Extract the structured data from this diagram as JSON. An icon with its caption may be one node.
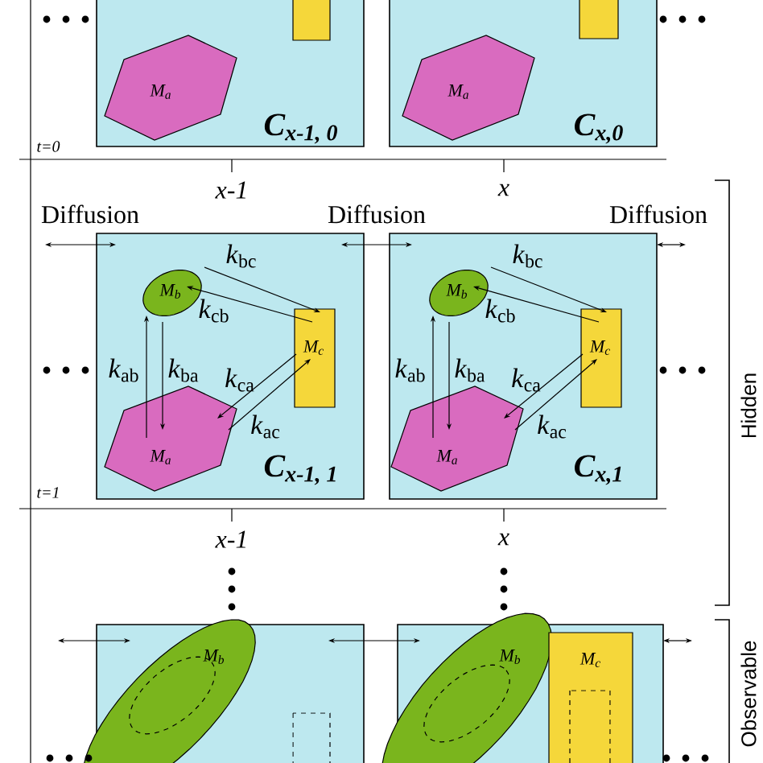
{
  "diagram": {
    "nodes": [
      {
        "text": [
          "C$_{x-1, 0}$"
        ]
      },
      {
        "text": [],
        "shape": "box",
        "in": 0
      },
      {
        "text": [
          "M$_{a}$"
        ],
        "in": 0
      },
      {
        "text": [
          "C$_{x,0}$"
        ]
      },
      {
        "text": [],
        "shape": "box",
        "in": 3
      },
      {
        "text": [
          "M$_{a}$"
        ],
        "in": 3
      },
      {
        "text": [
          "C$_{x-1, 1}$"
        ]
      },
      {
        "text": [
          "M$_{b}$"
        ],
        "in": 6
      },
      {
        "text": [
          "M$_{c}$"
        ],
        "in": 6
      },
      {
        "text": [
          "M$_{a}$"
        ],
        "in": 6
      },
      {
        "text": [
          "C$_{x,1}$"
        ]
      },
      {
        "text": [
          "M$_{b}$"
        ],
        "in": 10
      },
      {
        "text": [
          "M$_{c}$"
        ],
        "in": 10
      },
      {
        "text": [
          "M$_{a}$"
        ],
        "in": 10
      },
      {
        "text": [],
        "shape": "box"
      },
      {
        "text": [
          "M$_{b}$"
        ],
        "in": 14
      },
      {
        "text": [],
        "shape": "ellipse",
        "in": 15
      },
      {
        "text": [],
        "shape": "box",
        "in": 14
      },
      {
        "text": [],
        "shape": "box"
      },
      {
        "text": [
          "M$_{b}$"
        ],
        "in": 18
      },
      {
        "text": [],
        "shape": "ellipse",
        "in": 19
      },
      {
        "text": [
          "M$_{c}$"
        ],
        "in": 18
      },
      {
        "text": [],
        "shape": "box",
        "in": 21
      }
    ],
    "edges": [
      {
        "from": 7,
        "to": 8,
        "arrow": "to",
        "label": "*k*$_{bc}$"
      },
      {
        "from": 8,
        "to": 7,
        "arrow": "to",
        "label": "*k*$_{cb}$"
      },
      {
        "from": 9,
        "to": 7,
        "arrow": "to",
        "label": "*k*$_{ab}$"
      },
      {
        "from": 7,
        "to": 9,
        "arrow": "to",
        "label": "*k*$_{ba}$"
      },
      {
        "from": 8,
        "to": 9,
        "arrow": "to",
        "label": "*k*$_{ca}$"
      },
      {
        "from": 9,
        "to": 8,
        "arrow": "to",
        "label": "*k*$_{ac}$"
      },
      {
        "from": 11,
        "to": 12,
        "arrow": "to",
        "label": "*k*$_{bc}$"
      },
      {
        "from": 12,
        "to": 11,
        "arrow": "to",
        "label": "*k*$_{cb}$"
      },
      {
        "from": 13,
        "to": 11,
        "arrow": "to",
        "label": "*k*$_{ab}$"
      },
      {
        "from": 11,
        "to": 13,
        "arrow": "to",
        "label": "*k*$_{ba}$"
      },
      {
        "from": 12,
        "to": 13,
        "arrow": "to",
        "label": "*k*$_{ca}$"
      },
      {
        "from": 13,
        "to": 12,
        "arrow": "to",
        "label": "*k*$_{ac}$"
      },
      {
        "from": null,
        "to": 6,
        "arrow": "both",
        "label": "Diffusion"
      },
      {
        "from": 6,
        "to": 10,
        "arrow": "both",
        "label": "Diffusion"
      },
      {
        "from": 10,
        "to": null,
        "arrow": "both",
        "label": "Diffusion"
      },
      {
        "from": null,
        "to": 14,
        "arrow": "both"
      },
      {
        "from": 14,
        "to": 18,
        "arrow": "both"
      },
      {
        "from": 18,
        "to": null,
        "arrow": "both"
      }
    ],
    "labels": [
      "t=0",
      "x-1",
      "x",
      "t=1",
      "x-1",
      "x",
      "Hidden",
      "Observable"
    ]
  }
}
